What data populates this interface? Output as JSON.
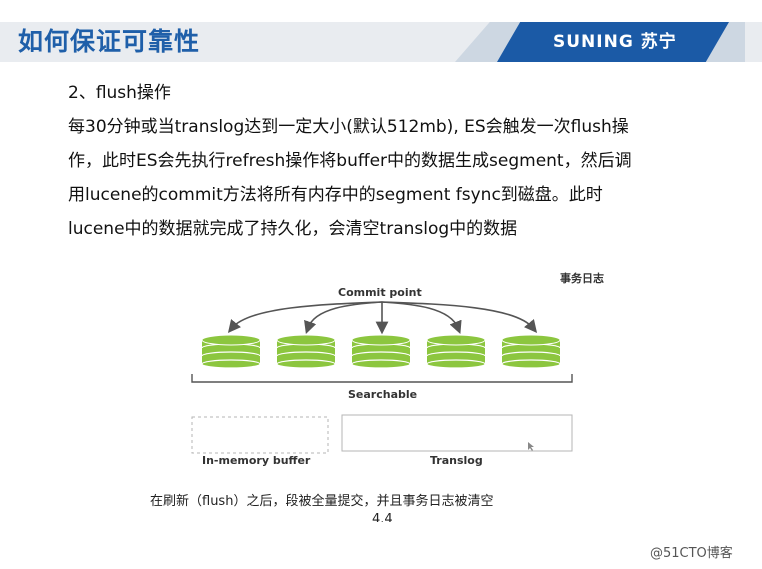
{
  "header": {
    "title": "如何保证可靠性",
    "brand": "SUNING 苏宁",
    "accent_color": "#1b5aa6"
  },
  "content": {
    "heading": "2、flush操作",
    "lines": [
      "每30分钟或当translog达到一定大小(默认512mb), ES会触发一次flush操",
      "作，此时ES会先执行refresh操作将buffer中的数据生成segment，然后调",
      "用lucene的commit方法将所有内存中的segment fsync到磁盘。此时",
      "lucene中的数据就完成了持久化，会清空translog中的数据"
    ]
  },
  "diagram": {
    "tag": "事务日志",
    "commit_point": "Commit point",
    "searchable": "Searchable",
    "segment_count": 5,
    "segment_color": "#8cc63f",
    "buffer_label": "In-memory buffer",
    "translog_label": "Translog",
    "caption": "在刷新（flush）之后，段被全量提交，并且事务日志被清空",
    "caption_cut": "4.4"
  },
  "watermark": "@51CTO博客"
}
